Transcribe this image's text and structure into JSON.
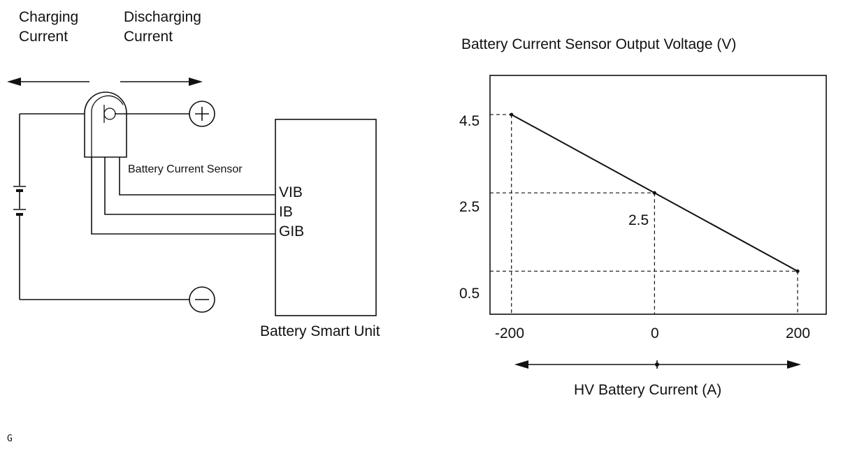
{
  "left_diagram": {
    "charging_current": [
      "Charging",
      "Current"
    ],
    "discharging_current": [
      "Discharging",
      "Current"
    ],
    "sensor_label": "Battery Current Sensor",
    "unit_label": "Battery Smart Unit",
    "terminals": [
      "VIB",
      "IB",
      "GIB"
    ]
  },
  "graph": {
    "title": "Battery Current Sensor Output Voltage (V)",
    "y_ticks": [
      "4.5",
      "2.5",
      "0.5"
    ],
    "x_ticks": [
      "-200",
      "0",
      "200"
    ],
    "point_label": "2.5",
    "x_axis_label": "HV Battery Current (A)"
  },
  "chart_data": {
    "type": "line",
    "title": "Battery Current Sensor Output Voltage (V)",
    "xlabel": "HV Battery Current (A)",
    "ylabel": "Battery Current Sensor Output Voltage (V)",
    "series": [
      {
        "x": [
          -200,
          0,
          200
        ],
        "y": [
          4.5,
          2.5,
          0.5
        ]
      }
    ],
    "xlim": [
      -230,
      240
    ],
    "ylim": [
      -0.6,
      5.5
    ],
    "x_ticks": [
      -200,
      0,
      200
    ],
    "y_ticks": [
      0.5,
      2.5,
      4.5
    ],
    "grid": false
  },
  "footnote": "G"
}
